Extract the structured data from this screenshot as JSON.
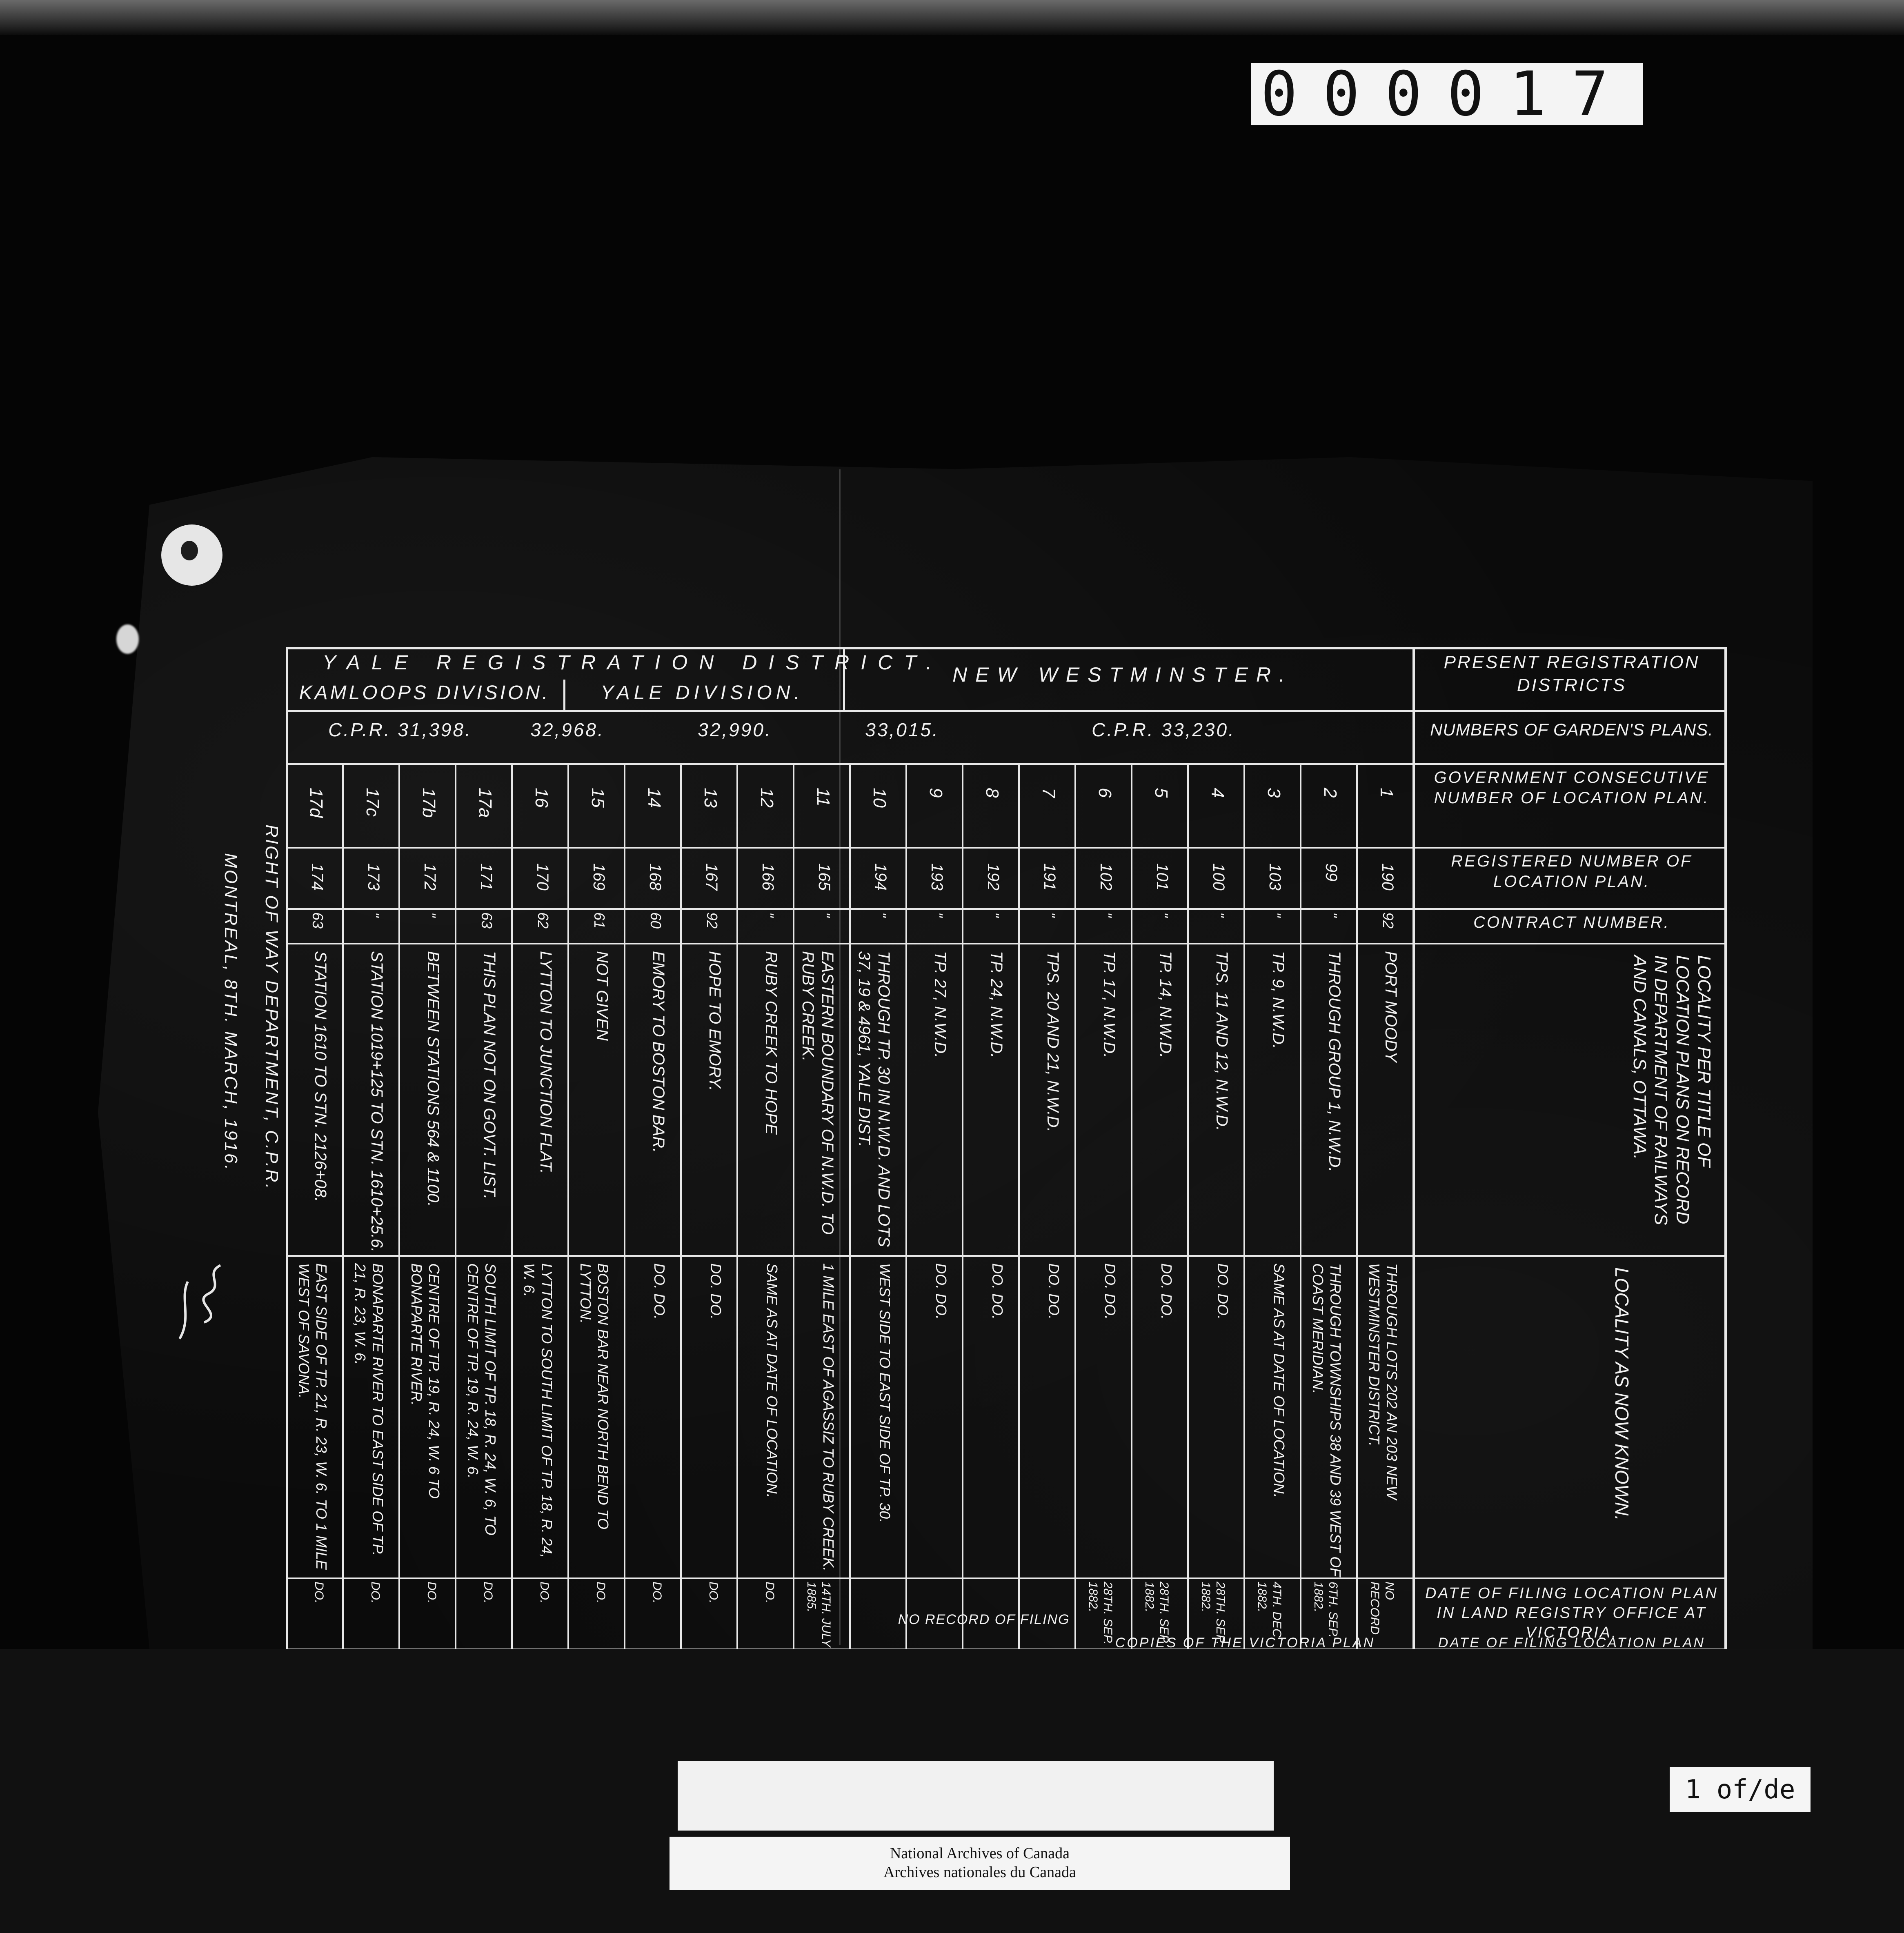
{
  "frame_number": "000017",
  "page_indicator": "1 of/de",
  "archive_label": {
    "line1": "National Archives of Canada",
    "line2": "Archives nationales du Canada"
  },
  "header": {
    "yale_title": "YALE REGISTRATION DISTRICT.",
    "kamloops": "KAMLOOPS DIVISION.",
    "yale_div": "YALE DIVISION.",
    "new_westminster": "NEW WESTMINSTER.",
    "present": "PRESENT REGISTRATION DISTRICTS"
  },
  "plans_row": {
    "cpr1": "C.P.R. 31,398.",
    "n2": "32,968.",
    "n3": "32,990.",
    "n4": "33,015.",
    "cpr2": "C.P.R. 33,230.",
    "label": "NUMBERS OF GARDEN'S PLANS."
  },
  "row_labels": {
    "gov": "GOVERNMENT CONSECUTIVE NUMBER OF LOCATION PLAN.",
    "reg": "REGISTERED NUMBER OF LOCATION PLAN.",
    "contract": "CONTRACT NUMBER.",
    "locality_title": "LOCALITY PER TITLE OF LOCATION PLANS ON RECORD IN DEPARTMENT OF RAILWAYS AND CANALS, OTTAWA.",
    "locality_now": "LOCALITY AS NOW KNOWN.",
    "filing": "DATE OF FILING LOCATION PLAN IN LAND REGISTRY OFFICE AT VICTORIA."
  },
  "no_record_filing": "NO RECORD OF FILING",
  "rows": [
    {
      "gov": "1",
      "reg": "190",
      "contract": "92",
      "title": "PORT MOODY",
      "now": "THROUGH LOTS 202 AN 203 NEW WESTMINSTER DISTRICT.",
      "date": "NO RECORD"
    },
    {
      "gov": "2",
      "reg": "99",
      "contract": "\"",
      "title": "THROUGH GROUP 1, N.W.D.",
      "now": "THROUGH TOWNSHIPS 38 AND 39 WEST OF COAST MERIDIAN.",
      "date": "6TH. SEP. 1882."
    },
    {
      "gov": "3",
      "reg": "103",
      "contract": "\"",
      "title": "TP. 9, N.W.D.",
      "now": "SAME AS AT DATE OF LOCATION.",
      "date": "4TH. DEC. 1882."
    },
    {
      "gov": "4",
      "reg": "100",
      "contract": "\"",
      "title": "TPS. 11 AND 12, N.W.D.",
      "now": "DO. DO.",
      "date": "28TH. SEP. 1882."
    },
    {
      "gov": "5",
      "reg": "101",
      "contract": "\"",
      "title": "TP. 14, N.W.D.",
      "now": "DO. DO.",
      "date": "28TH. SEP. 1882."
    },
    {
      "gov": "6",
      "reg": "102",
      "contract": "\"",
      "title": "TP. 17, N.W.D.",
      "now": "DO. DO.",
      "date": "28TH. SEP. 1882."
    },
    {
      "gov": "7",
      "reg": "191",
      "contract": "\"",
      "title": "TPS. 20 AND 21, N.W.D.",
      "now": "DO. DO.",
      "date": ""
    },
    {
      "gov": "8",
      "reg": "192",
      "contract": "\"",
      "title": "TP. 24, N.W.D.",
      "now": "DO. DO.",
      "date": ""
    },
    {
      "gov": "9",
      "reg": "193",
      "contract": "\"",
      "title": "TP. 27, N.W.D.",
      "now": "DO. DO.",
      "date": ""
    },
    {
      "gov": "10",
      "reg": "194",
      "contract": "\"",
      "title": "THROUGH TP. 30 IN N.W.D. AND LOTS 37, 19 & 4961, YALE DIST.",
      "now": "WEST SIDE TO EAST SIDE OF TP. 30.",
      "date": ""
    },
    {
      "gov": "11",
      "reg": "165",
      "contract": "\"",
      "title": "EASTERN BOUNDARY OF N.W.D. TO RUBY CREEK.",
      "now": "1 MILE EAST OF AGASSIZ TO RUBY CREEK.",
      "date": "14TH. JULY 1885."
    },
    {
      "gov": "12",
      "reg": "166",
      "contract": "\"",
      "title": "RUBY CREEK TO HOPE",
      "now": "SAME AS AT DATE OF LOCATION.",
      "date": "DO."
    },
    {
      "gov": "13",
      "reg": "167",
      "contract": "92",
      "title": "HOPE TO EMORY.",
      "now": "DO. DO.",
      "date": "DO."
    },
    {
      "gov": "14",
      "reg": "168",
      "contract": "60",
      "title": "EMORY TO BOSTON BAR.",
      "now": "DO. DO.",
      "date": "DO."
    },
    {
      "gov": "15",
      "reg": "169",
      "contract": "61",
      "title": "NOT GIVEN",
      "now": "BOSTON BAR NEAR NORTH BEND TO LYTTON.",
      "date": "DO."
    },
    {
      "gov": "16",
      "reg": "170",
      "contract": "62",
      "title": "LYTTON TO JUNCTION FLAT.",
      "now": "LYTTON TO SOUTH LIMIT OF TP. 18, R. 24, W. 6.",
      "date": "DO."
    },
    {
      "gov": "17a",
      "reg": "171",
      "contract": "63",
      "title": "THIS PLAN NOT ON GOVT. LIST.",
      "now": "SOUTH LIMIT OF TP. 18, R. 24, W. 6, TO CENTRE OF TP. 19, R. 24, W. 6.",
      "date": "DO."
    },
    {
      "gov": "17b",
      "reg": "172",
      "contract": "\"",
      "title": "BETWEEN STATIONS 564 & 1100.",
      "now": "CENTRE OF TP. 19, R. 24, W. 6 TO BONAPARTE RIVER.",
      "date": "DO."
    },
    {
      "gov": "17c",
      "reg": "173",
      "contract": "\"",
      "title": "STATION 1019+125 TO STN. 1610+25.6.",
      "now": "BONAPARTE RIVER TO EAST SIDE OF TP. 21, R. 23, W. 6.",
      "date": "DO."
    },
    {
      "gov": "17d",
      "reg": "174",
      "contract": "63",
      "title": "STATION 1610 TO STN. 2126+08.",
      "now": "EAST SIDE OF TP. 21, R. 23, W. 6. TO 1 MILE WEST OF SAVONA.",
      "date": "DO."
    }
  ],
  "footer_note": {
    "line1": "RIGHT OF WAY DEPARTMENT, C.P.R.",
    "line2": "MONTREAL, 8TH. MARCH, 1916."
  },
  "cutoff_text": {
    "copies": "COPIES OF THE VICTORIA PLAN",
    "date_filing_2": "DATE OF FILING LOCATION PLAN"
  }
}
